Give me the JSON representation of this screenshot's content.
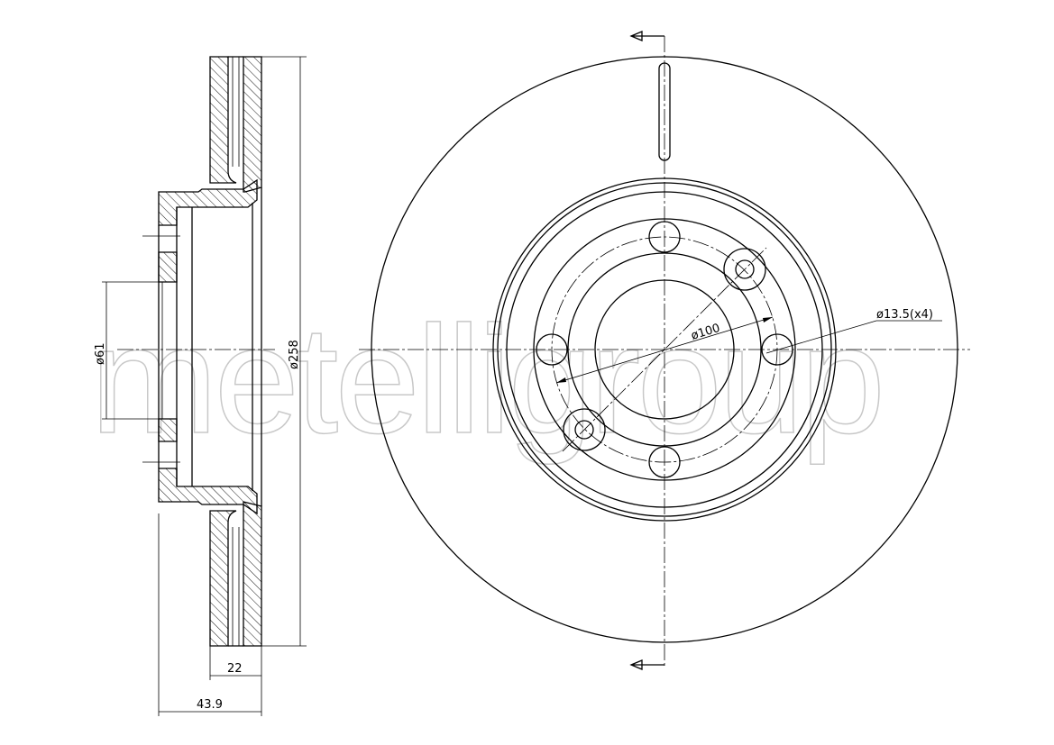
{
  "watermark": "metelligroup",
  "dimensions": {
    "outer_diameter": "ø258",
    "center_bore": "ø61",
    "disc_thickness": "22",
    "total_height": "43.9",
    "bolt_circle": "ø100",
    "bolt_holes": "ø13.5(x4)"
  }
}
